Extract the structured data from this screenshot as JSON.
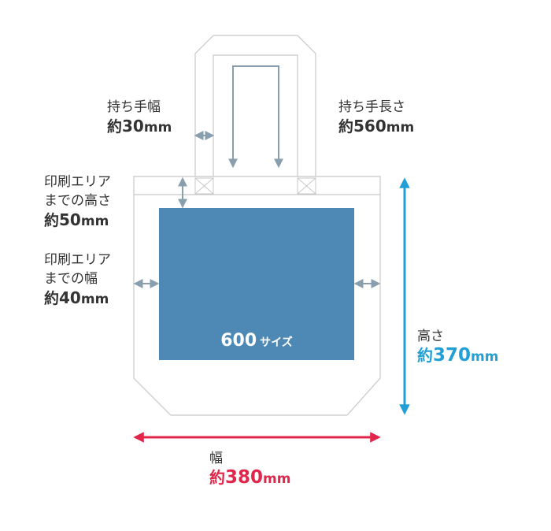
{
  "colors": {
    "outline": "#c8c8c8",
    "dim_arrow_gray": "#8a9fae",
    "print_area": "#4d89b4",
    "height_accent": "#22a0d6",
    "width_accent": "#e0264a",
    "text": "#333333"
  },
  "handle_width": {
    "label": "持ち手幅",
    "prefix": "約",
    "value": "30",
    "unit": "mm"
  },
  "handle_length": {
    "label": "持ち手長さ",
    "prefix": "約",
    "value": "560",
    "unit": "mm"
  },
  "print_top_margin": {
    "line1": "印刷エリア",
    "line2": "までの高さ",
    "prefix": "約",
    "value": "50",
    "unit": "mm"
  },
  "print_side_margin": {
    "line1": "印刷エリア",
    "line2": "までの幅",
    "prefix": "約",
    "value": "40",
    "unit": "mm"
  },
  "print_area": {
    "value": "600",
    "unit_label": "サイズ"
  },
  "bag_height": {
    "label": "高さ",
    "prefix": "約",
    "value": "370",
    "unit": "mm"
  },
  "bag_width": {
    "label": "幅",
    "prefix": "約",
    "value": "380",
    "unit": "mm"
  }
}
